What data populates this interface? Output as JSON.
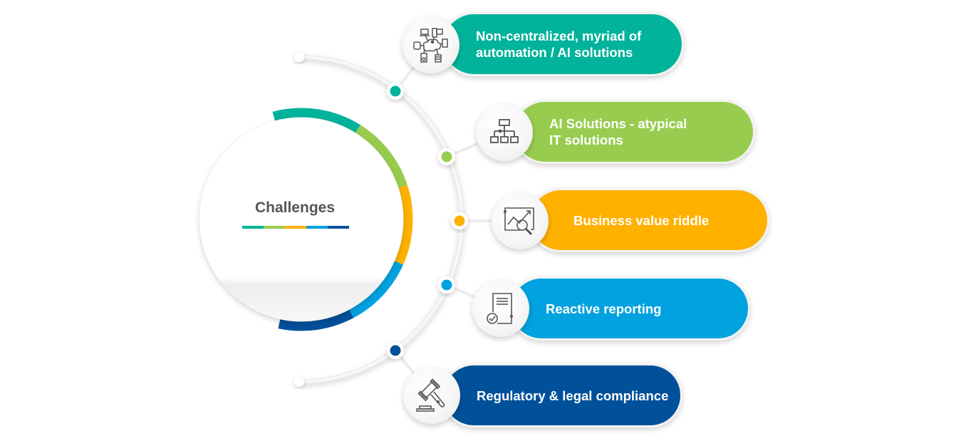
{
  "title": "Challenges",
  "colors": {
    "teal": "#00b39a",
    "green": "#98cc4f",
    "orange": "#ffb100",
    "blue": "#00a2df",
    "navy": "#00519a",
    "title_text": "#555555"
  },
  "items": [
    {
      "label": "Non-centralized, myriad of\nautomation / AI solutions",
      "color": "#00b39a",
      "icon": "network-devices-icon"
    },
    {
      "label": "AI Solutions - atypical\nIT solutions",
      "color": "#98cc4f",
      "icon": "org-chart-icon"
    },
    {
      "label": "Business value riddle",
      "color": "#ffb100",
      "icon": "chart-magnifier-icon"
    },
    {
      "label": "Reactive reporting",
      "color": "#00a2df",
      "icon": "report-check-icon"
    },
    {
      "label": "Regulatory & legal compliance",
      "color": "#00519a",
      "icon": "gavel-icon"
    }
  ]
}
